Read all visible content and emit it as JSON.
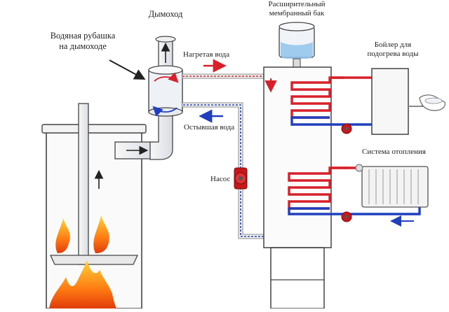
{
  "labels": {
    "chimney": "Дымоход",
    "jacket_line1": "Водяная рубашка",
    "jacket_line2": "на дымоходе",
    "heated_water": "Нагретая вода",
    "cooled_water": "Остывшая вода",
    "tank_line1": "Расширительный",
    "tank_line2": "мембранный бак",
    "boiler_line1": "Бойлер для",
    "boiler_line2": "подогрева воды",
    "heating_system": "Система отопления",
    "pump": "Насос"
  },
  "colors": {
    "hot": "#d8202a",
    "cold": "#1f3fbf",
    "outline": "#444444",
    "fill_light": "#eef1f5",
    "tank_water": "#8fc3ec",
    "pump_red": "#c8171b"
  }
}
